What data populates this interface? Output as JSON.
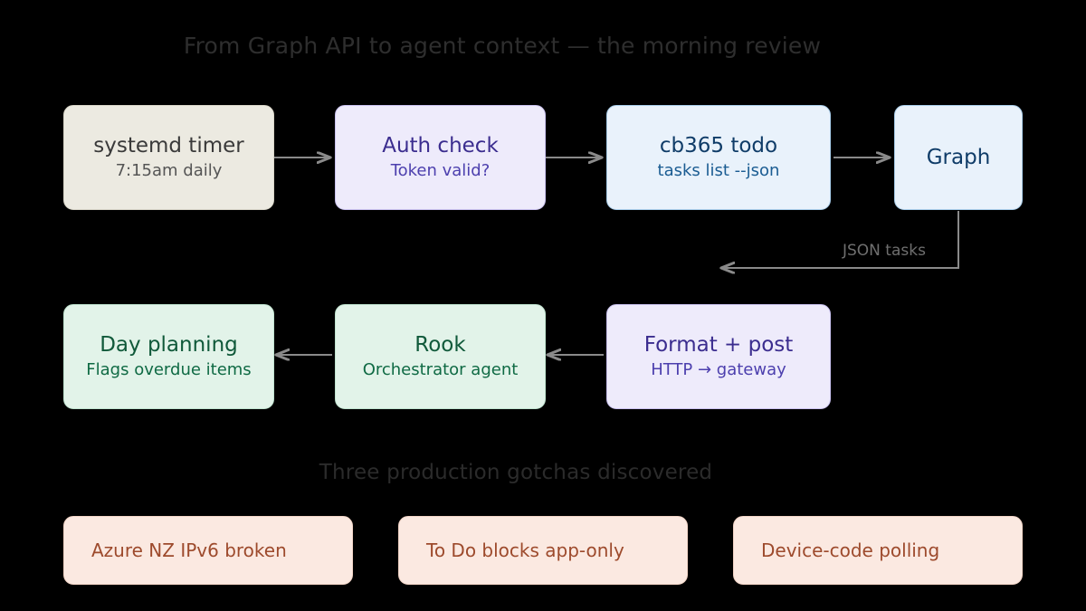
{
  "header": {
    "title": "From Graph API to agent context — the morning review",
    "subtitle": "Three production gotchas discovered"
  },
  "colors": {
    "background": "#000000",
    "title_text": "#2e2e2e",
    "arrow": "#8a8a8a",
    "cream_bg": "#eceae1",
    "lavender_bg": "#eeebfb",
    "blue_bg": "#e9f2fb",
    "mint_bg": "#e2f3e9",
    "peach_bg": "#fbe9e1",
    "peach_text": "#9d4a2c"
  },
  "flow": {
    "row1": [
      {
        "title": "systemd timer",
        "subtitle": "7:15am daily",
        "variant": "cream"
      },
      {
        "title": "Auth check",
        "subtitle": "Token valid?",
        "variant": "lavender"
      },
      {
        "title": "cb365 todo",
        "subtitle": "tasks list --json",
        "variant": "blue"
      },
      {
        "title": "Graph",
        "subtitle": "",
        "variant": "blue"
      }
    ],
    "row2": [
      {
        "title": "Day planning",
        "subtitle": "Flags overdue items",
        "variant": "mint"
      },
      {
        "title": "Rook",
        "subtitle": "Orchestrator agent",
        "variant": "mint"
      },
      {
        "title": "Format + post",
        "subtitle": "HTTP → gateway",
        "variant": "lavender"
      }
    ],
    "edge_labels": {
      "graph_to_format": "JSON tasks"
    }
  },
  "gotchas": [
    {
      "label": "Azure NZ IPv6 broken"
    },
    {
      "label": "To Do blocks app-only"
    },
    {
      "label": "Device-code polling"
    }
  ]
}
